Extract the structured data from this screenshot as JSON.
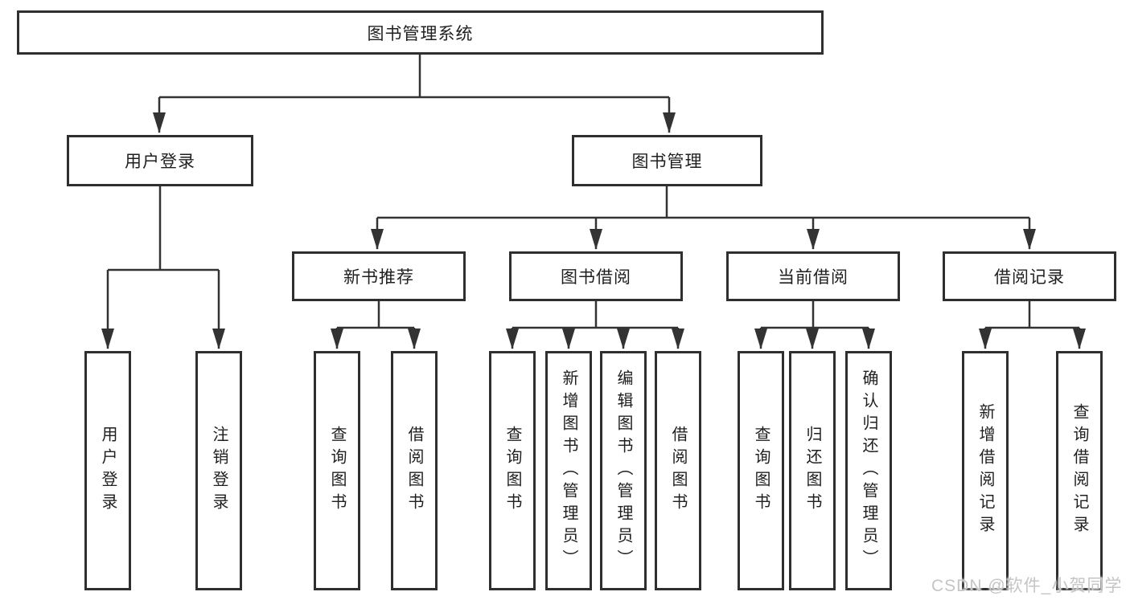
{
  "tree": {
    "root": "图书管理系统",
    "children": [
      {
        "label": "用户登录",
        "children": [
          "用户登录",
          "注销登录"
        ]
      },
      {
        "label": "图书管理",
        "children": [
          {
            "label": "新书推荐",
            "children": [
              "查询图书",
              "借阅图书"
            ]
          },
          {
            "label": "图书借阅",
            "children": [
              "查询图书",
              "新增图书（管理员）",
              "编辑图书（管理员）",
              "借阅图书"
            ]
          },
          {
            "label": "当前借阅",
            "children": [
              "查询图书",
              "归还图书",
              "确认归还（管理员）"
            ]
          },
          {
            "label": "借阅记录",
            "children": [
              "新增借阅记录",
              "查询借阅记录"
            ]
          }
        ]
      }
    ]
  },
  "watermark": {
    "text": "CSDN @软件_小贺同学"
  },
  "colors": {
    "line": "#333333",
    "border": "#2f2f2f",
    "text": "#1f1f1f",
    "watermark": "#c5c5c5",
    "background": "#ffffff"
  }
}
